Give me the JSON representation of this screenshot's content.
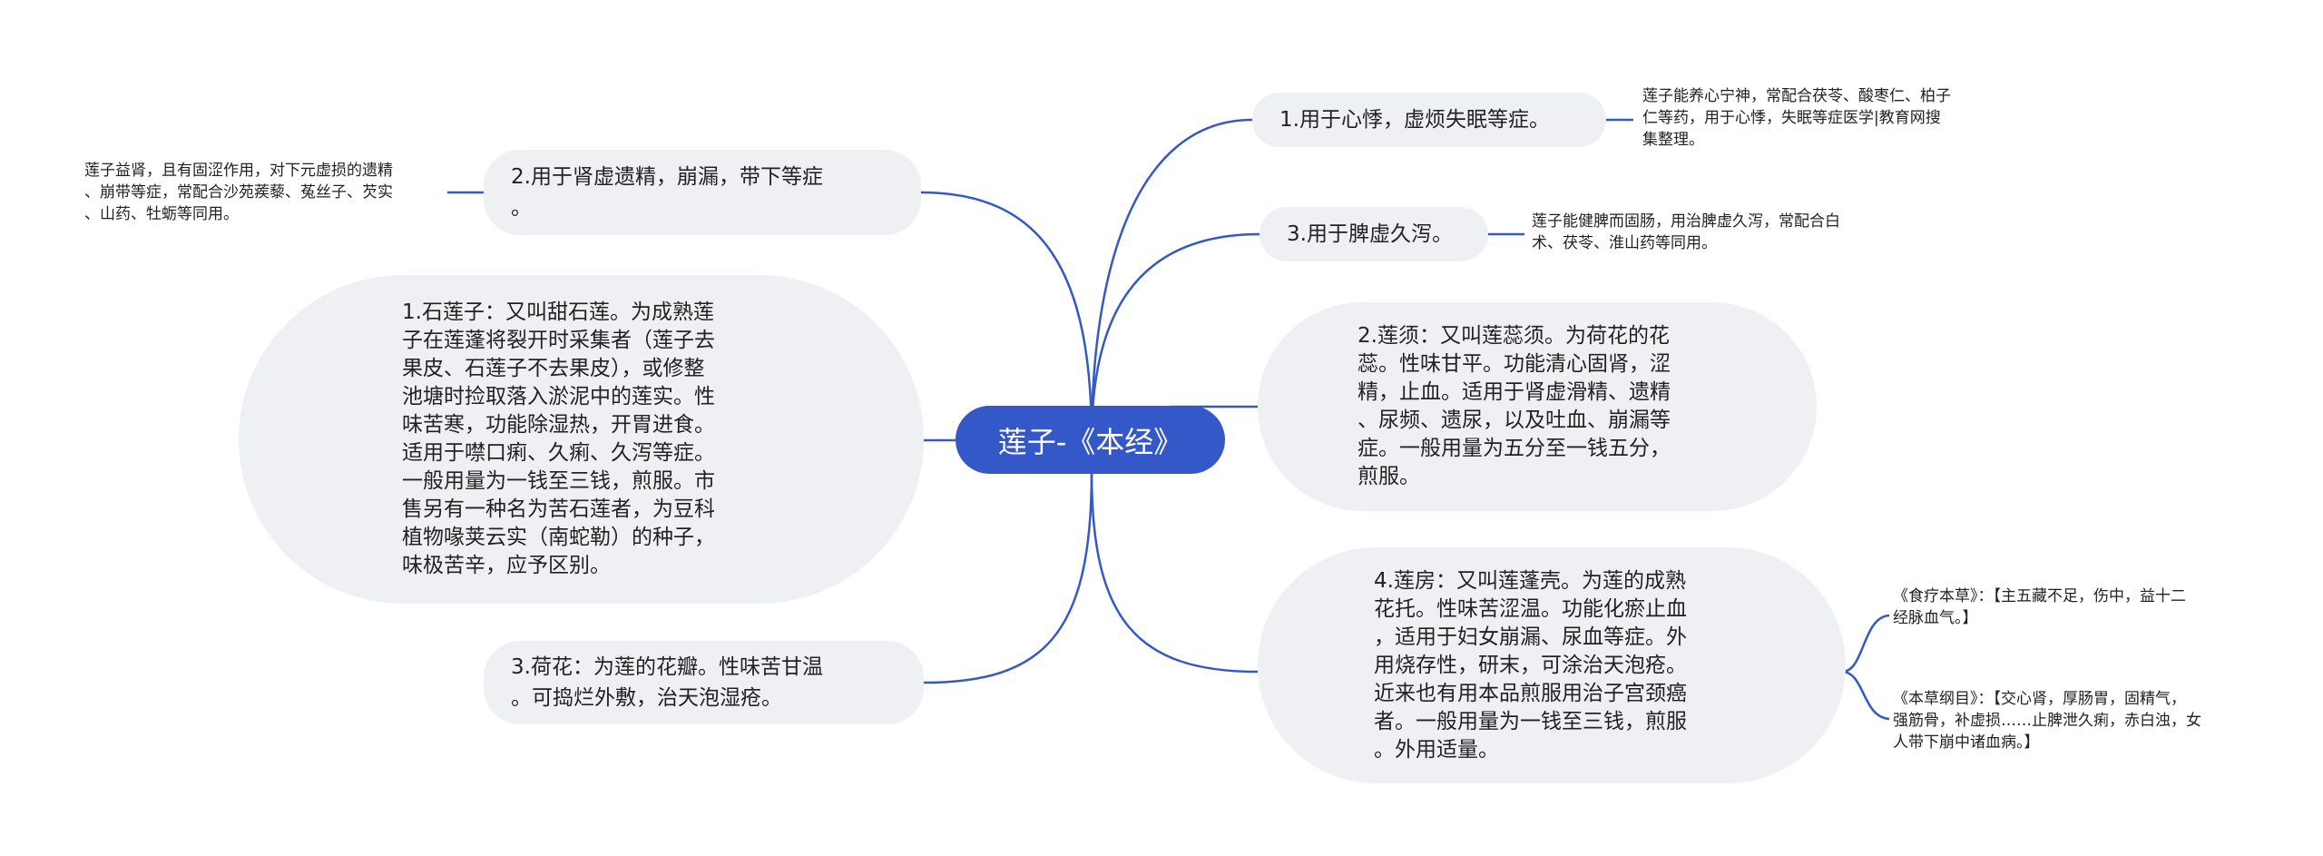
{
  "colors": {
    "root_fill": "#3558c8",
    "branch_line": "#3558c8",
    "node_fill": "#eef0f4",
    "text": "#222222"
  },
  "root": {
    "label": "莲子-《本经》"
  },
  "branches": {
    "kidney": {
      "label": "2.用于肾虚遗精，崩漏，带下等症\n。",
      "note": "莲子益肾，且有固涩作用，对下元虚损的遗精\n、崩带等症，常配合沙苑蒺藜、菟丝子、芡实\n、山药、牡蛎等同用。"
    },
    "stone_lotus": {
      "label": "1.石莲子：又叫甜石莲。为成熟莲\n子在莲蓬将裂开时采集者（莲子去\n果皮、石莲子不去果皮），或修整\n池塘时捡取落入淤泥中的莲实。性\n味苦寒，功能除湿热，开胃进食。\n适用于噤口痢、久痢、久泻等症。\n一般用量为一钱至三钱，煎服。市\n售另有一种名为苦石莲者，为豆科\n植物喙荚云实（南蛇勒）的种子，\n味极苦辛，应予区别。"
    },
    "flower": {
      "label": "3.荷花：为莲的花瓣。性味苦甘温\n。可捣烂外敷，治天泡湿疮。"
    },
    "palpitation": {
      "label": "1.用于心悸，虚烦失眠等症。",
      "note": "莲子能养心宁神，常配合茯苓、酸枣仁、柏子\n仁等药，用于心悸，失眠等症医学|教育网搜\n集整理。"
    },
    "spleen": {
      "label": "3.用于脾虚久泻。",
      "note": "莲子能健脾而固肠，用治脾虚久泻，常配合白\n术、茯苓、淮山药等同用。"
    },
    "stamen": {
      "label": "2.莲须：又叫莲蕊须。为荷花的花\n蕊。性味甘平。功能清心固肾，涩\n精，止血。适用于肾虚滑精、遗精\n、尿频、遗尿，以及吐血、崩漏等\n症。一般用量为五分至一钱五分，\n煎服。"
    },
    "receptacle": {
      "label": "4.莲房：又叫莲蓬壳。为莲的成熟\n花托。性味苦涩温。功能化瘀止血\n，适用于妇女崩漏、尿血等症。外\n用烧存性，研末，可涂治天泡疮。\n近来也有用本品煎服用治子宫颈癌\n者。一般用量为一钱至三钱，煎服\n。外用适量。",
      "notes": [
        "《食疗本草》：【主五藏不足，伤中，益十二\n经脉血气。】",
        "《本草纲目》：【交心肾，厚肠胃，固精气，\n强筋骨，补虚损……止脾泄久痢，赤白浊，女\n人带下崩中诸血病。】"
      ]
    }
  }
}
